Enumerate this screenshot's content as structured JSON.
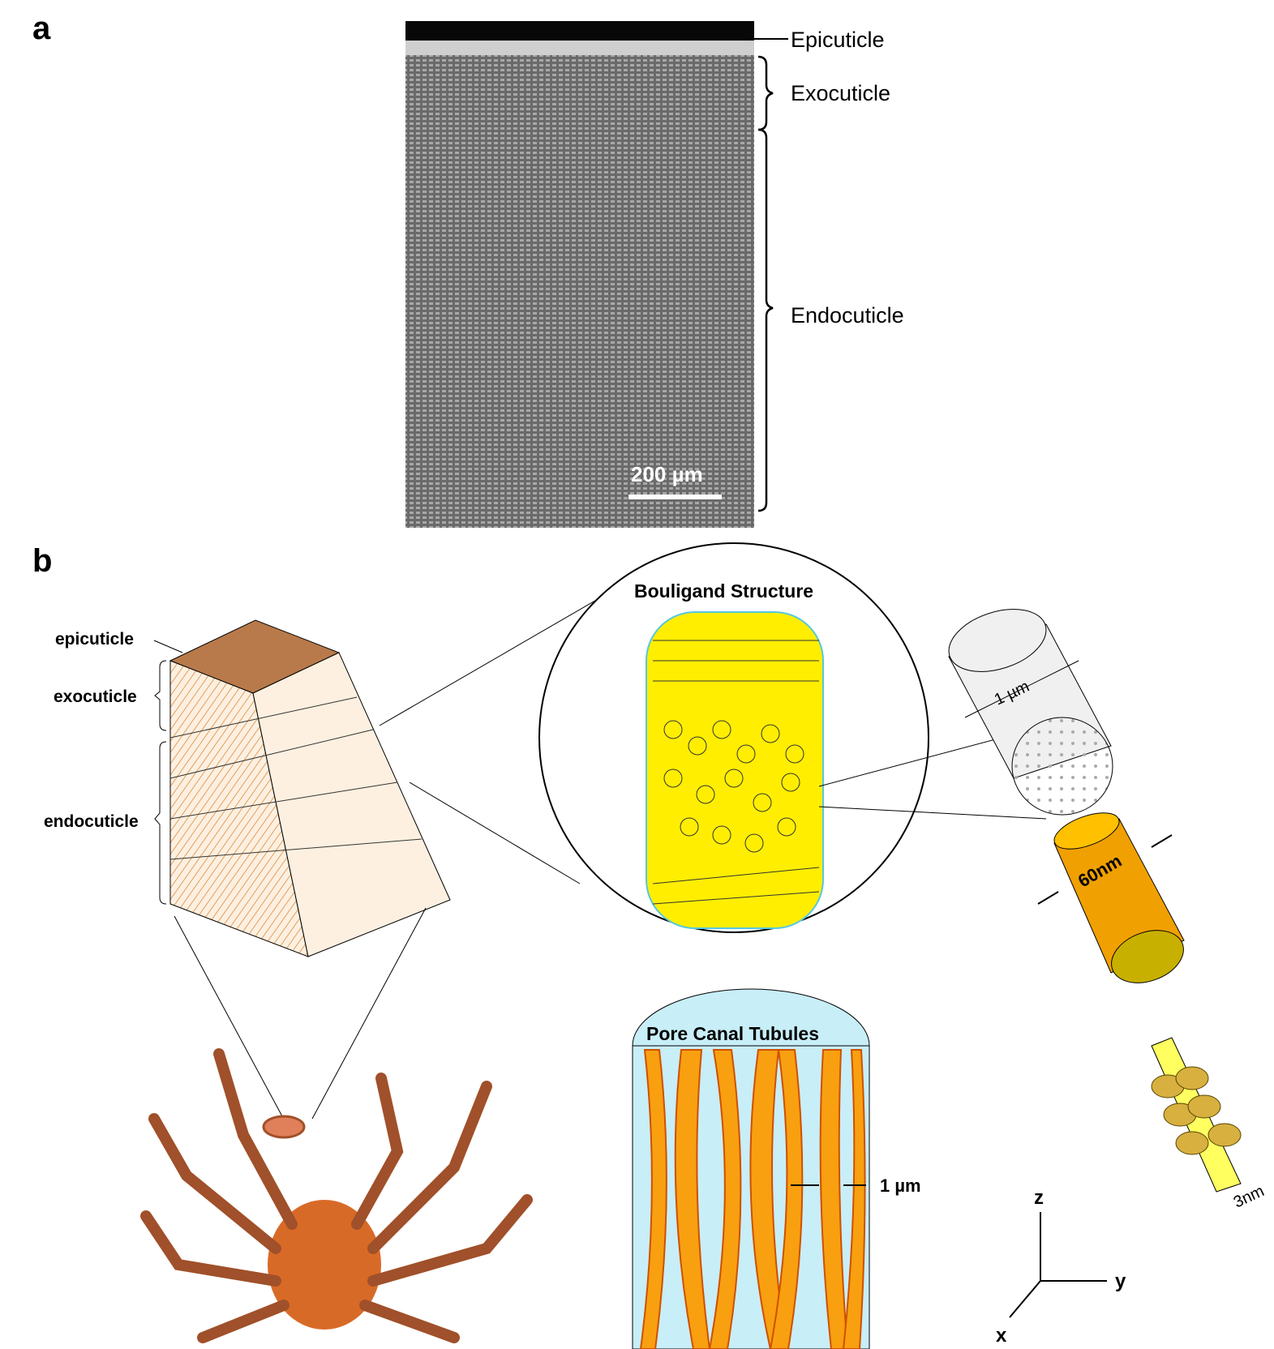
{
  "panel_a": {
    "label": "a",
    "scale_bar": "200 µm",
    "layers": [
      "Epicuticle",
      "Exocuticle",
      "Endocuticle"
    ]
  },
  "panel_b": {
    "label": "b",
    "pyramid_labels": [
      "epicuticle",
      "exocuticle",
      "endocuticle"
    ],
    "bouligand_title": "Bouligand Structure",
    "pore_title": "Pore Canal Tubules",
    "pore_width": "1 µm",
    "cylinder_diameter": "1 µm",
    "fiber_diameter": "60nm",
    "fibril_diameter": "3nm",
    "axes": {
      "z": "z",
      "y": "y",
      "x": "x"
    }
  },
  "colors": {
    "fiber": "#ffee00",
    "orange": "#f0a000",
    "pore_bg": "#c8eef8",
    "pyramid_top": "#b87a4a"
  }
}
